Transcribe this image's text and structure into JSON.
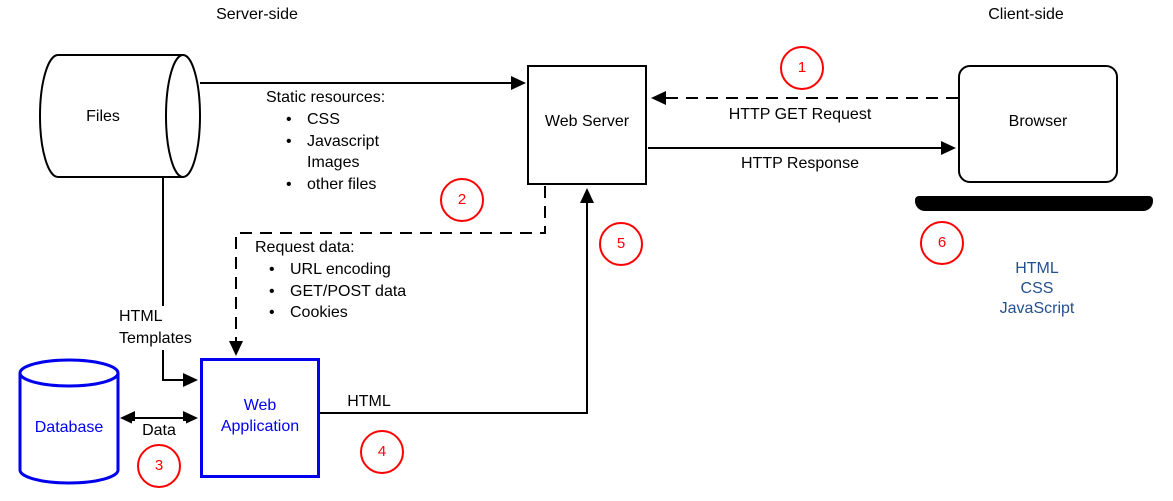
{
  "titles": {
    "server_side": "Server-side",
    "client_side": "Client-side"
  },
  "nodes": {
    "files": {
      "label": "Files"
    },
    "web_server": {
      "label": "Web Server"
    },
    "browser": {
      "label": "Browser"
    },
    "database": {
      "label": "Database"
    },
    "web_application": {
      "line1": "Web",
      "line2": "Application"
    }
  },
  "edges": {
    "static_resources": {
      "title": "Static resources:",
      "items": [
        {
          "bullet": "•",
          "text": "CSS"
        },
        {
          "bullet": "•",
          "text": "Javascript"
        },
        {
          "bullet": "",
          "text": "Images"
        },
        {
          "bullet": "•",
          "text": "other files"
        }
      ]
    },
    "http_get": {
      "label": "HTTP GET Request"
    },
    "http_response": {
      "label": "HTTP Response"
    },
    "request_data": {
      "title": "Request data:",
      "items": [
        {
          "bullet": "•",
          "text": "URL encoding"
        },
        {
          "bullet": "•",
          "text": "GET/POST data"
        },
        {
          "bullet": "•",
          "text": "Cookies"
        }
      ]
    },
    "html_templates": {
      "line1": "HTML",
      "line2": "Templates"
    },
    "data": {
      "label": "Data"
    },
    "html": {
      "label": "HTML"
    }
  },
  "client_stack": {
    "lines": [
      "HTML",
      "CSS",
      "JavaScript"
    ]
  },
  "step_badges": [
    "1",
    "2",
    "3",
    "4",
    "5",
    "6"
  ],
  "colors": {
    "shape_black": "#000000",
    "shape_blue": "#0000ee",
    "badge_red": "#ff0000",
    "client_stack_blue": "#24508f"
  }
}
